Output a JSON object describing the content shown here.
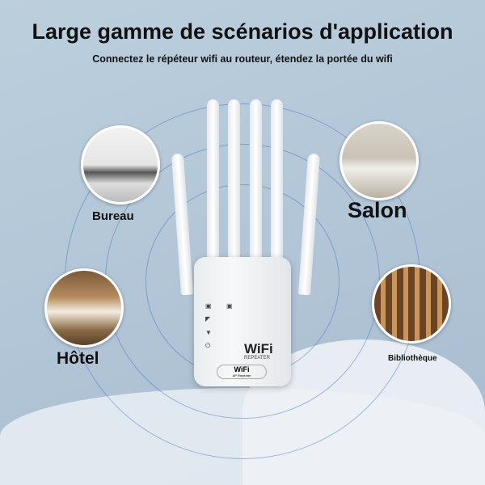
{
  "header": {
    "title": "Large gamme de scénarios d'application",
    "subtitle": "Connectez le répéteur wifi au routeur, étendez la portée du wifi"
  },
  "scenarios": [
    {
      "label": "Bureau"
    },
    {
      "label": "Salon"
    },
    {
      "label": "Hôtel"
    },
    {
      "label": "Bibliothèque"
    }
  ],
  "device": {
    "brand": "WiFi",
    "model": "REPEATER",
    "badge_brand": "WiFi",
    "badge_model": "AP Repeater"
  },
  "colors": {
    "ring": "#3c6ebe",
    "background": "#b3c7d8"
  }
}
